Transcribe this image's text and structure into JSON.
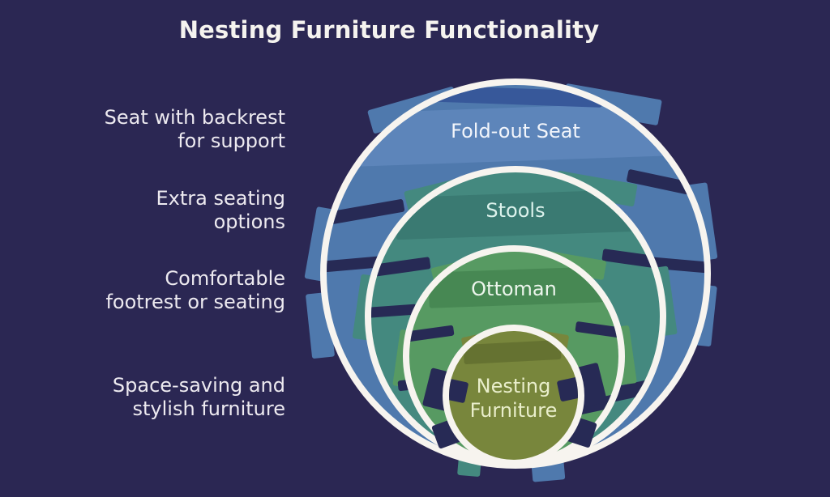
{
  "title": "Nesting Furniture Functionality",
  "diagram_type": "nested-circles",
  "background_color": "#2b2753",
  "outline_color": "#f7f4ef",
  "text_color": "#f5f3ef",
  "rings": [
    {
      "label": "Fold-out Seat",
      "description": "Seat with backrest\nfor support",
      "fill_color": "#4f79ad",
      "label_color": "#f2f5fb"
    },
    {
      "label": "Stools",
      "description": "Extra seating\noptions",
      "fill_color": "#44897f",
      "label_color": "#dcf2ec"
    },
    {
      "label": "Ottoman",
      "description": "Comfortable\nfootrest or seating",
      "fill_color": "#579a62",
      "label_color": "#ecf5ec"
    },
    {
      "label": "Nesting\nFurniture",
      "description": "Space-saving and\nstylish furniture",
      "fill_color": "#78863c",
      "label_color": "#e9eecb"
    }
  ]
}
